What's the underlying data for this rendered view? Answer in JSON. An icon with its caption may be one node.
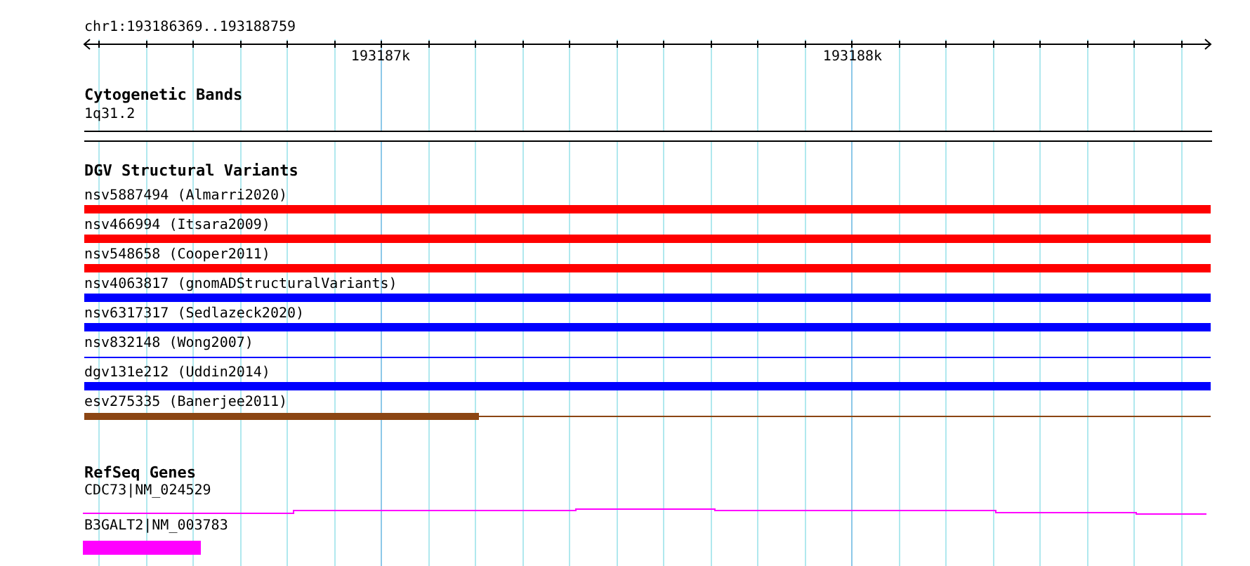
{
  "diagram": {
    "nodes": [
      {
        "text": [
          "1q31.2"
        ]
      },
      {
        "text": [
          "nsv5887494 (Almarri2020)"
        ]
      },
      {
        "text": [
          "nsv466994 (Itsara2009)"
        ]
      },
      {
        "text": [
          "nsv548658 (Cooper2011)"
        ]
      },
      {
        "text": [
          "nsv4063817 (gnomADStructuralVariants)"
        ]
      },
      {
        "text": [
          "nsv6317317 (Sedlazeck2020)"
        ]
      },
      {
        "text": [
          "nsv832148 (Wong2007)"
        ]
      },
      {
        "text": [
          "dgv131e212 (Uddin2014)"
        ]
      },
      {
        "text": [
          "esv275335 (Banerjee2011)"
        ]
      },
      {
        "text": [
          "CDC73|NM_024529"
        ]
      },
      {
        "text": [
          "B3GALT2|NM_003783"
        ]
      }
    ],
    "labels": [
      "chr1:193186369..193188759",
      "193187k",
      "193188k",
      "Cytogenetic Bands",
      "DGV Structural Variants",
      "RefSeq Genes"
    ]
  }
}
